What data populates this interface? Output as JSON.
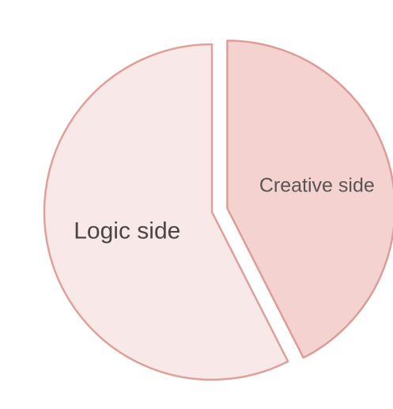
{
  "chart_data": {
    "type": "pie",
    "categories": [
      "Logic side",
      "Creative side"
    ],
    "values": [
      57.5,
      42.5
    ],
    "exploded": "Creative side",
    "colors": {
      "Logic side": {
        "fill": "#f8e9e8",
        "stroke": "#dfa09b",
        "text": "#4a4646"
      },
      "Creative side": {
        "fill": "#f4d2cf",
        "stroke": "#dc9c97",
        "text": "#5a5555"
      }
    },
    "legend": "none"
  }
}
